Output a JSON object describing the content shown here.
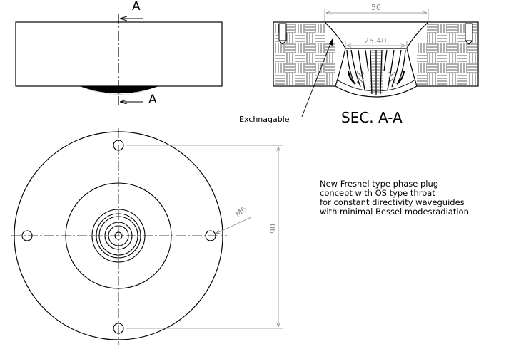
{
  "side_view": {
    "section_label_top": "A",
    "section_label_bottom": "A"
  },
  "section_view": {
    "title": "SEC. A-A",
    "dim_top": "50",
    "dim_throat": "25,40",
    "callout": "Exchnagable"
  },
  "front_view": {
    "dim_height": "90",
    "dim_thread": "M6"
  },
  "note": {
    "lines": [
      "New Fresnel type phase plug",
      "concept with OS type throat",
      "for constant directivity waveguides",
      "with minimal Bessel modesradiation"
    ]
  }
}
